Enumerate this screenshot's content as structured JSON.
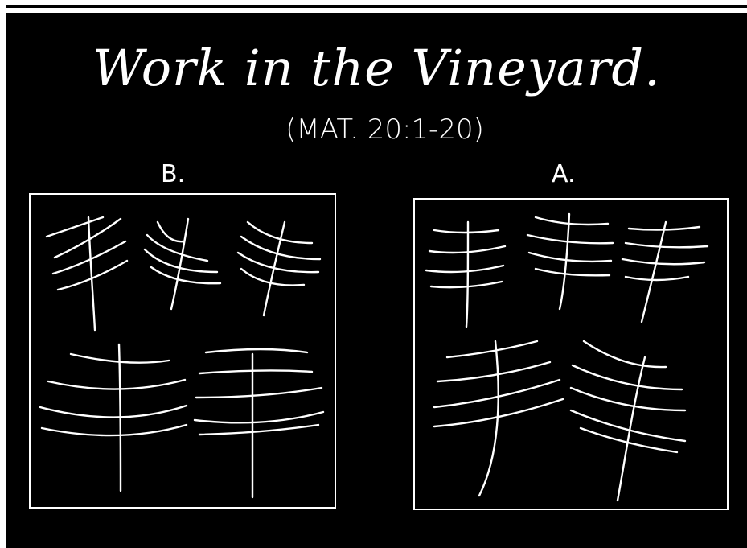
{
  "title": "Work in the Vineyard.",
  "subtitle": "(MAT. 20:1-20)",
  "panels": {
    "left": {
      "label": "B."
    },
    "right": {
      "label": "A."
    }
  }
}
